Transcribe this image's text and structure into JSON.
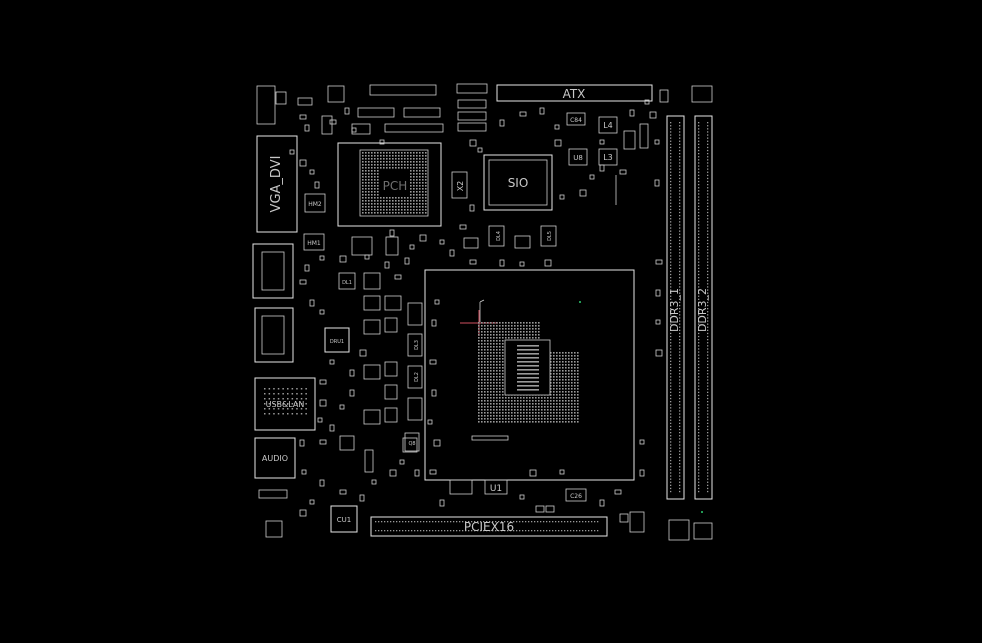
{
  "board": {
    "colors": {
      "background": "#000000",
      "outline": "#e6e6e6",
      "pad": "#9a9a9a",
      "marker": "#d05060",
      "accent_dot": "#2ecc71"
    },
    "labels": {
      "atx": "ATX",
      "sio": "SIO",
      "pch": "PCH",
      "pciex16": "PCIEX16",
      "ddr3_1": "DDR3_1",
      "ddr3_2": "DDR3_2",
      "vga_dvi": "VGA_DVI",
      "usb_lan": "USB&LAN",
      "audio": "AUDIO",
      "u1": "U1",
      "cu1": "CU1",
      "l4": "L4",
      "l3": "L3",
      "u8": "U8",
      "hm2": "HM2",
      "hm1": "HM1",
      "dl1": "DL1",
      "dl2": "DL2",
      "dl3": "DL3",
      "dl4": "DL4",
      "dl5": "DL5",
      "q8": "Q8",
      "c84": "C84",
      "c26": "C26",
      "x2": "X2",
      "dru1": "DRU1"
    }
  }
}
